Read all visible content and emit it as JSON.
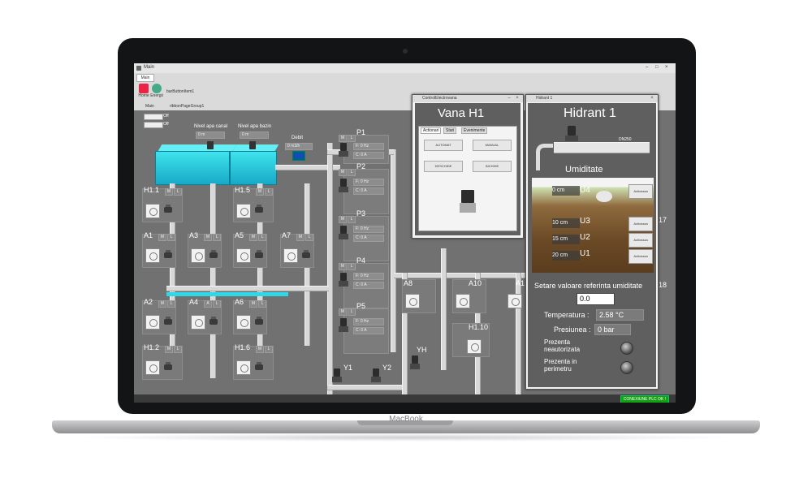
{
  "laptop": {
    "brand": "MacBook"
  },
  "window": {
    "title": "Main"
  },
  "ribbon": {
    "tab": "Main",
    "home_label": "Home",
    "energy_label": "Energii",
    "group_main": "Main",
    "group_ribbon": "ribbonPageGroup1",
    "bar_button": "barButtonItem1"
  },
  "toggles": {
    "on1": "Off",
    "on2": "Off"
  },
  "header_labels": {
    "nivel_canal": "Nivel apa canal",
    "nivel_bazin": "Nivel apa bazin",
    "debit": "Debit"
  },
  "level_values": {
    "canal": "0 m",
    "bazin": "0 m",
    "debit": "0 m3/h"
  },
  "hydrants": [
    "H1.1",
    "H1.5",
    "A1",
    "A3",
    "A5",
    "A7",
    "A2",
    "A4",
    "A6",
    "H1.2",
    "H1.6"
  ],
  "ml": {
    "m": "M",
    "l": "L",
    "a": "A"
  },
  "pumps": [
    {
      "name": "P1",
      "f": "F:",
      "f_val": "0 Hz",
      "c": "C:",
      "c_val": "0 A"
    },
    {
      "name": "P2",
      "f": "F:",
      "f_val": "0 Hz",
      "c": "C:",
      "c_val": "0 A"
    },
    {
      "name": "P3",
      "f": "F:",
      "f_val": "0 Hz",
      "c": "C:",
      "c_val": "0 A"
    },
    {
      "name": "P4",
      "f": "F:",
      "f_val": "0 Hz",
      "c": "C:",
      "c_val": "0 A"
    },
    {
      "name": "P5",
      "f": "F:",
      "f_val": "0 Hz",
      "c": "C:",
      "c_val": "0 A"
    }
  ],
  "bottom_valves": {
    "y1": "Y1",
    "y2": "Y2",
    "yh": "YH"
  },
  "right_labels": {
    "a8": "A8",
    "a10": "A10",
    "a1x": "A1",
    "h110": "H1.10",
    "n17": "17",
    "n18": "18"
  },
  "vana_window": {
    "title": "ControlElectrovana",
    "heading": "Vana H1",
    "tabs": [
      "Actionari",
      "Stari",
      "Evenimente"
    ],
    "buttons": [
      "AUTOMAT",
      "MANUAL",
      "DESCHIDE",
      "INCHIDE"
    ]
  },
  "hidrant_window": {
    "title": "Hidrant 1",
    "heading": "Hidrant 1",
    "pipe_label": "DN250",
    "umiditate": "Umiditate",
    "sensors": [
      {
        "depth": "0 cm",
        "id": "U4",
        "btn": "Activeaza"
      },
      {
        "depth": "10 cm",
        "id": "U3",
        "btn": "Activeaza"
      },
      {
        "depth": "15 cm",
        "id": "U2",
        "btn": "Activeaza"
      },
      {
        "depth": "20 cm",
        "id": "U1",
        "btn": "Activeaza"
      }
    ],
    "setpoint_label": "Setare valoare referinta umiditate",
    "setpoint_value": "0.0",
    "temp_label": "Temperatura :",
    "temp_value": "2.58 °C",
    "press_label": "Presiunea :",
    "press_value": "0 bar",
    "prezenta1": "Prezenta neautorizata",
    "prezenta2": "Prezenta in perimetru"
  },
  "status": {
    "plc": "CONEXIUNE PLC OK !"
  }
}
